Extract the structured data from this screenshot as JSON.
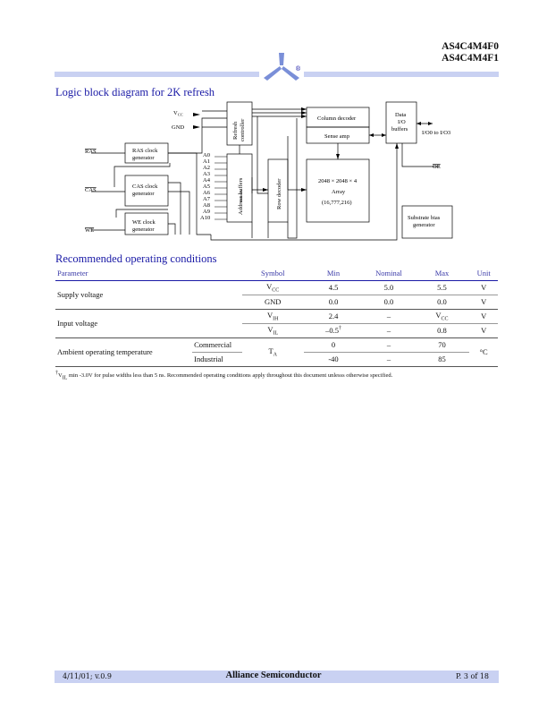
{
  "header": {
    "part_numbers": [
      "AS4C4M4F0",
      "AS4C4M4F1"
    ],
    "logo_mark": "®"
  },
  "section1": {
    "title": "Logic block diagram for 2K refresh"
  },
  "diagram": {
    "power": {
      "vcc": "V",
      "vcc_sub": "CC",
      "gnd": "GND"
    },
    "inputs": {
      "ras": "RAS",
      "cas": "CAS",
      "we": "WE",
      "oe": "OE"
    },
    "ras_block": [
      "RAS clock",
      "generator"
    ],
    "cas_block": [
      "CAS clock",
      "generator"
    ],
    "we_block": [
      "WE clock",
      "generator"
    ],
    "refresh_controller": [
      "Refresh",
      "controller"
    ],
    "address_buffers": "Address buffers",
    "row_decoder": "Row decoder",
    "column_decoder": "Column decoder",
    "sense_amp": "Sense amp",
    "array": [
      "2048 × 2048 × 4",
      "Array",
      "(16,777,216)"
    ],
    "data_io": [
      "Data",
      "I/O",
      "buffers"
    ],
    "io_label": "I/O0 to I/O3",
    "substrate": [
      "Substrate bias",
      "generator"
    ],
    "address_lines": [
      "A0",
      "A1",
      "A2",
      "A3",
      "A4",
      "A5",
      "A6",
      "A7",
      "A8",
      "A9",
      "A10"
    ]
  },
  "section2": {
    "title": "Recommended operating conditions"
  },
  "table": {
    "headers": {
      "parameter": "Parameter",
      "symbol": "Symbol",
      "min": "Min",
      "nominal": "Nominal",
      "max": "Max",
      "unit": "Unit"
    },
    "supply": {
      "label": "Supply voltage",
      "vcc": {
        "symbol": "V",
        "symbol_sub": "CC",
        "min": "4.5",
        "nom": "5.0",
        "max": "5.5",
        "unit": "V"
      },
      "gnd": {
        "symbol": "GND",
        "min": "0.0",
        "nom": "0.0",
        "max": "0.0",
        "unit": "V"
      }
    },
    "input": {
      "label": "Input voltage",
      "vih": {
        "symbol": "V",
        "symbol_sub": "IH",
        "min": "2.4",
        "nom": "–",
        "max": "V",
        "max_sub": "CC",
        "unit": "V"
      },
      "vil": {
        "symbol": "V",
        "symbol_sub": "IL",
        "min": "–0.5",
        "min_sup": "†",
        "nom": "–",
        "max": "0.8",
        "unit": "V"
      }
    },
    "ambient": {
      "label": "Ambient operating temperature",
      "symbol": "T",
      "symbol_sub": "A",
      "unit": "°C",
      "commercial": {
        "cond": "Commercial",
        "min": "0",
        "nom": "–",
        "max": "70"
      },
      "industrial": {
        "cond": "Industrial",
        "min": "-40",
        "nom": "–",
        "max": "85"
      }
    }
  },
  "footnote": {
    "dagger": "†",
    "v": "V",
    "sub": "IL",
    "text": " min -3.0V for pulse widths less than 5 ns. Recommended operating conditions apply throughout this document unlesss otherwise specified."
  },
  "footer": {
    "date": "4/11/01; v.0.9",
    "company": "Alliance Semiconductor",
    "page": "P. 3 of 18"
  },
  "colors": {
    "accent": "#1a1aa6",
    "band": "#c9d1f2",
    "logo": "#7a8fd8"
  }
}
